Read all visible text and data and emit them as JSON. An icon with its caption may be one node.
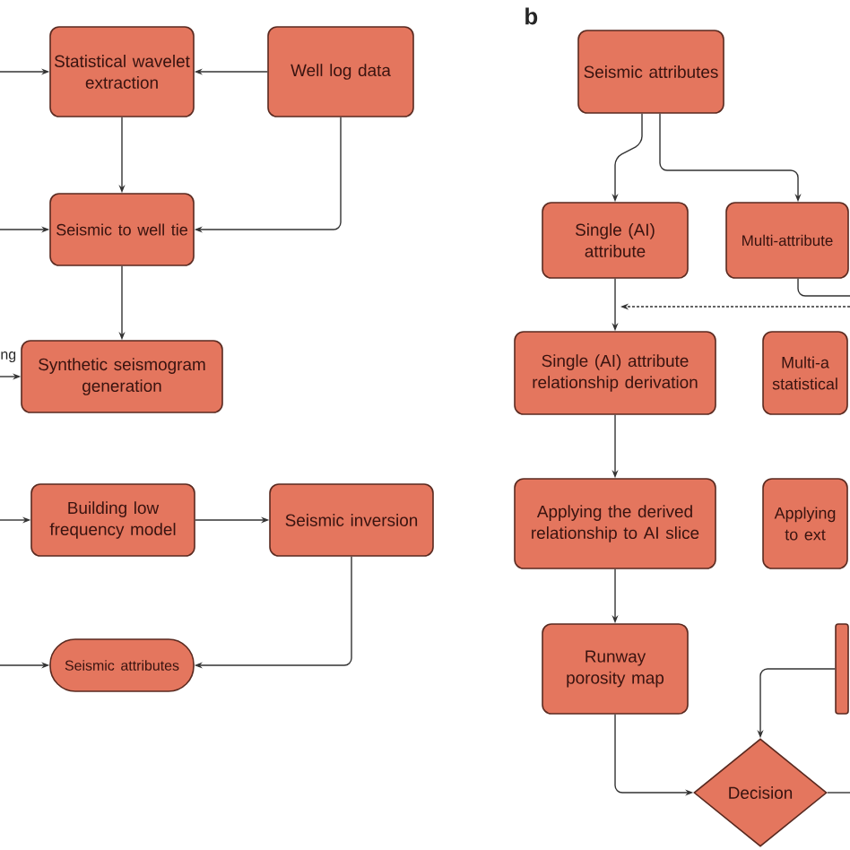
{
  "diagram": {
    "nodes": [
      {
        "text": [
          "Statistical wavelet extraction"
        ]
      },
      {
        "text": [
          "Well log data"
        ]
      },
      {
        "text": [
          "Seismic to well tie"
        ]
      },
      {
        "text": [
          "Synthetic seismogram generation"
        ]
      },
      {
        "text": [
          "Building low frequency model"
        ]
      },
      {
        "text": [
          "Seismic inversion"
        ]
      },
      {
        "text": [
          "Seismic attributes"
        ]
      },
      {
        "text": [
          "Seismic attributes"
        ]
      },
      {
        "text": [
          "Single (AI) attribute"
        ]
      },
      {
        "text": [
          "Multi-attribute"
        ]
      },
      {
        "text": [
          "Single (AI) attribute relationship derivation"
        ]
      },
      {
        "text": [
          "Multi-a statistical"
        ]
      },
      {
        "text": [
          "Applying the derived relationship to AI slice"
        ]
      },
      {
        "text": [
          "Applying to ext"
        ]
      },
      {
        "text": [
          "Runway porosity map"
        ]
      },
      {
        "text": [],
        "shape": "box"
      },
      {
        "text": [
          "Decision"
        ]
      }
    ],
    "edges": [
      {
        "from": null,
        "to": 0,
        "arrow": "to"
      },
      {
        "from": 1,
        "to": 0,
        "arrow": "to"
      },
      {
        "from": 0,
        "to": 2,
        "arrow": "to"
      },
      {
        "from": 1,
        "to": 2,
        "arrow": "to"
      },
      {
        "from": null,
        "to": 2,
        "arrow": "to"
      },
      {
        "from": 2,
        "to": 3,
        "arrow": "to"
      },
      {
        "from": null,
        "to": 3,
        "arrow": "to"
      },
      {
        "from": null,
        "to": 4,
        "arrow": "to"
      },
      {
        "from": 4,
        "to": 5,
        "arrow": "to"
      },
      {
        "from": 5,
        "to": 6,
        "arrow": "to"
      },
      {
        "from": null,
        "to": 6,
        "arrow": "to"
      },
      {
        "from": 7,
        "to": 8,
        "arrow": "to"
      },
      {
        "from": 7,
        "to": 9,
        "arrow": "to"
      },
      {
        "from": 8,
        "to": 10,
        "arrow": "to"
      },
      {
        "from": null,
        "to": 10,
        "arrow": "to",
        "style": "dashed"
      },
      {
        "from": 9,
        "to": null,
        "arrow": "none"
      },
      {
        "from": 10,
        "to": 12,
        "arrow": "to"
      },
      {
        "from": 12,
        "to": 14,
        "arrow": "to"
      },
      {
        "from": 14,
        "to": 16,
        "arrow": "to"
      },
      {
        "from": 15,
        "to": 16,
        "arrow": "to"
      },
      {
        "from": 16,
        "to": null,
        "arrow": "none"
      }
    ],
    "labels": [
      "ng",
      "b"
    ]
  }
}
